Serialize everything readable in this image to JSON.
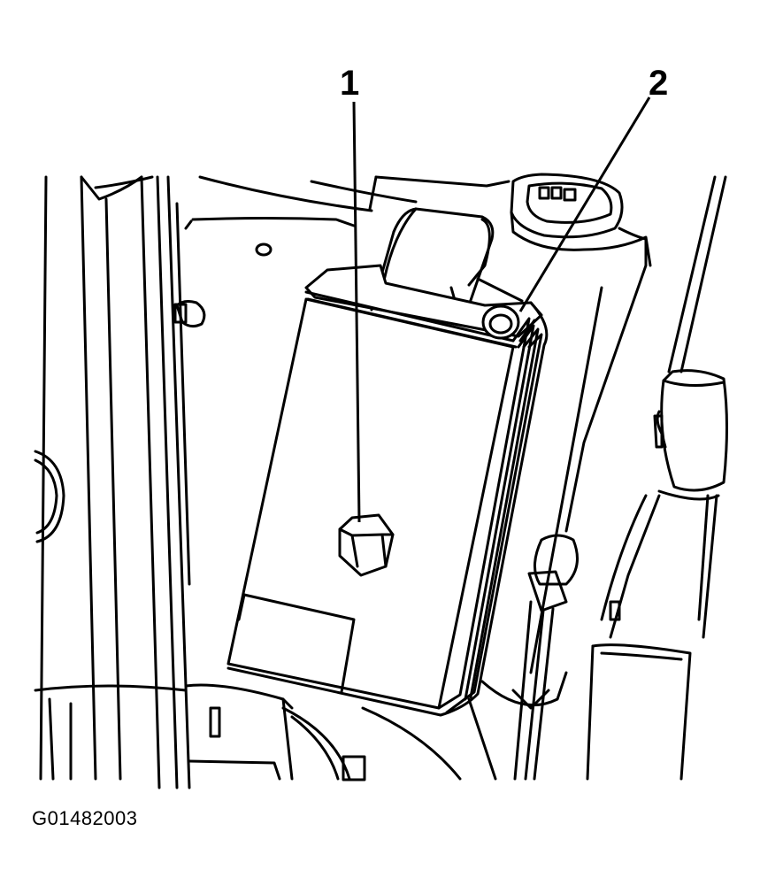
{
  "callouts": {
    "one": "1",
    "two": "2"
  },
  "figure_id": "G01482003",
  "colors": {
    "line": "#000000",
    "background": "#ffffff"
  }
}
